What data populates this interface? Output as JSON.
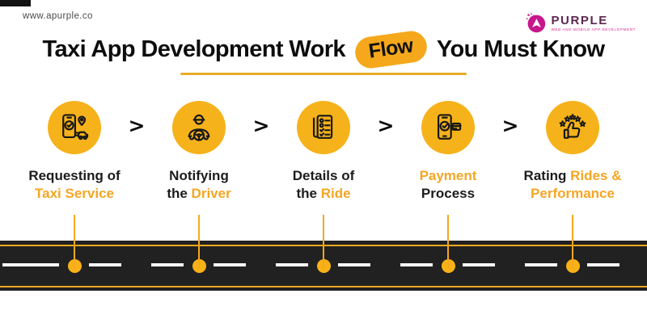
{
  "header": {
    "site_url": "www.apurple.co"
  },
  "logo": {
    "name": "PURPLE",
    "tagline": "WEB AND MOBILE APP DEVELOPMENT",
    "brand_color": "#c9168c",
    "name_color": "#5e2750"
  },
  "title": {
    "part1": "Taxi App Development Work",
    "highlight": "Flow",
    "part2": "You Must Know",
    "highlight_bg": "#f5a81c"
  },
  "arrows": {
    "glyph": ">"
  },
  "colors": {
    "accent_yellow": "#f5a623",
    "icon_circle_yellow": "#f6b21b",
    "road_dark": "#212121",
    "text_dark": "#111111",
    "underline_gold": "#e8ac28"
  },
  "steps": [
    {
      "icon": "phone-request-taxi-icon",
      "lines": [
        {
          "black": "Requesting of",
          "yellow": ""
        },
        {
          "black": "",
          "yellow": "Taxi Service"
        }
      ]
    },
    {
      "icon": "driver-steering-wheel-icon",
      "lines": [
        {
          "black": "Notifying",
          "yellow": ""
        },
        {
          "black": "the ",
          "yellow": "Driver"
        }
      ]
    },
    {
      "icon": "ride-details-checklist-icon",
      "lines": [
        {
          "black": "Details of",
          "yellow": ""
        },
        {
          "black": "the ",
          "yellow": "Ride"
        }
      ]
    },
    {
      "icon": "phone-payment-card-icon",
      "lines": [
        {
          "black": "",
          "yellow": "Payment"
        },
        {
          "black": "Process",
          "yellow": ""
        }
      ]
    },
    {
      "icon": "thumbs-up-stars-rating-icon",
      "lines": [
        {
          "black": "Rating ",
          "yellow": "Rides &"
        },
        {
          "black": "",
          "yellow": "Performance"
        }
      ]
    }
  ]
}
